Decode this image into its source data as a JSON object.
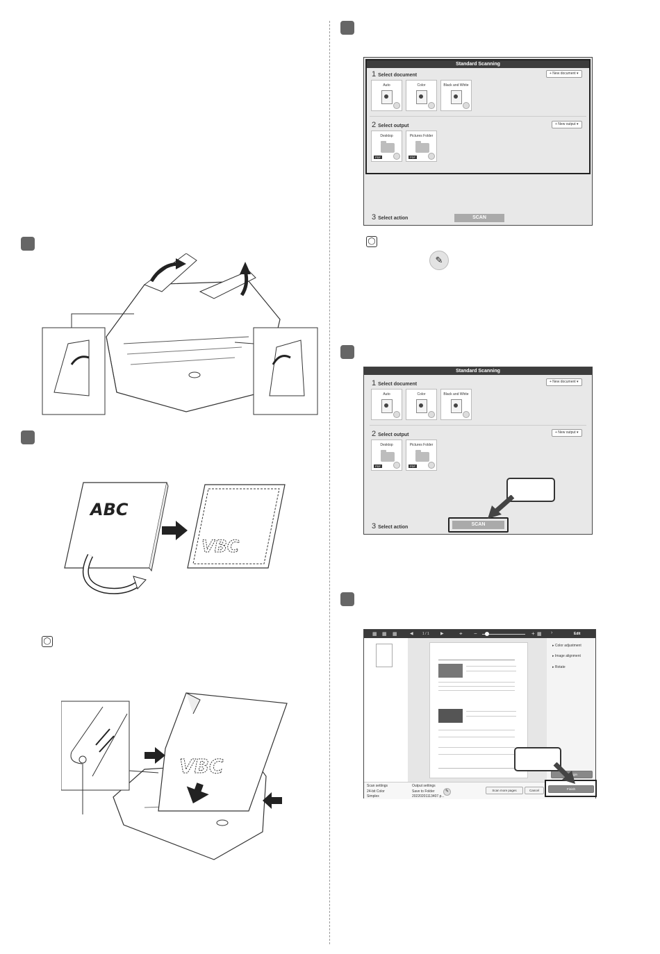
{
  "scanner_app": {
    "title": "Standard Scanning",
    "section1": {
      "num": "1",
      "label": "Select document",
      "new_button": "+ New document ▾"
    },
    "section2": {
      "num": "2",
      "label": "Select output",
      "new_button": "+ New output ▾"
    },
    "section3": {
      "num": "3",
      "label": "Select action"
    },
    "document_tiles": [
      "Auto",
      "Color",
      "Black and White"
    ],
    "output_tiles": [
      "Desktop",
      "Pictures Folder"
    ],
    "output_format": "PDF",
    "scan_button": "SCAN"
  },
  "illustration": {
    "sheet_text": "ABC",
    "sheet_text_mirrored": "VBC"
  },
  "viewer": {
    "page_counter": "1 / 1",
    "edit_label": "Edit",
    "menu": [
      "Color adjustment",
      "Image alignment",
      "Rotate"
    ],
    "scan_settings_label": "Scan settings",
    "scan_settings_values": [
      "24-bit Color",
      "Simplex"
    ],
    "output_settings_label": "Output settings",
    "output_settings_values": [
      "Save to Folder",
      "20220201113407.p..."
    ],
    "scan_more_button": "Scan more pages",
    "cancel_button": "Cancel",
    "finish_button": "Finish",
    "to_origin_button": "to origin"
  },
  "colors": {
    "step_badge": "#666666",
    "app_titlebar": "#3d3d3d",
    "scan_button": "#aaaaaa"
  }
}
